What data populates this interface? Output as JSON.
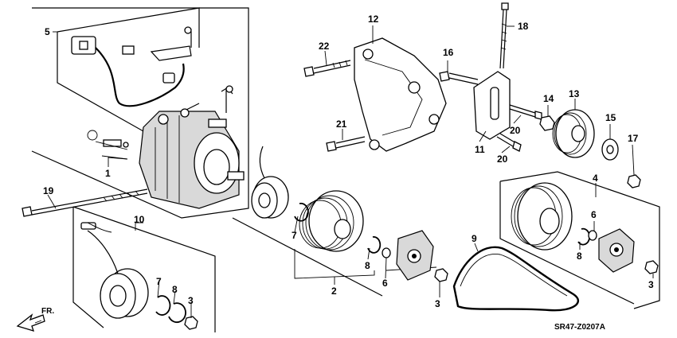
{
  "callouts": {
    "c1": "1",
    "c2": "2",
    "c3a": "3",
    "c3b": "3",
    "c3c": "3",
    "c4": "4",
    "c5": "5",
    "c6a": "6",
    "c6b": "6",
    "c7a": "7",
    "c7b": "7",
    "c8a": "8",
    "c8b": "8",
    "c8c": "8",
    "c9": "9",
    "c10": "10",
    "c11": "11",
    "c12": "12",
    "c13": "13",
    "c14": "14",
    "c15": "15",
    "c16": "16",
    "c17": "17",
    "c18": "18",
    "c19": "19",
    "c20a": "20",
    "c20b": "20",
    "c21": "21",
    "c22": "22"
  },
  "diagram_code": "SR47-Z0207A",
  "direction_label": "FR."
}
